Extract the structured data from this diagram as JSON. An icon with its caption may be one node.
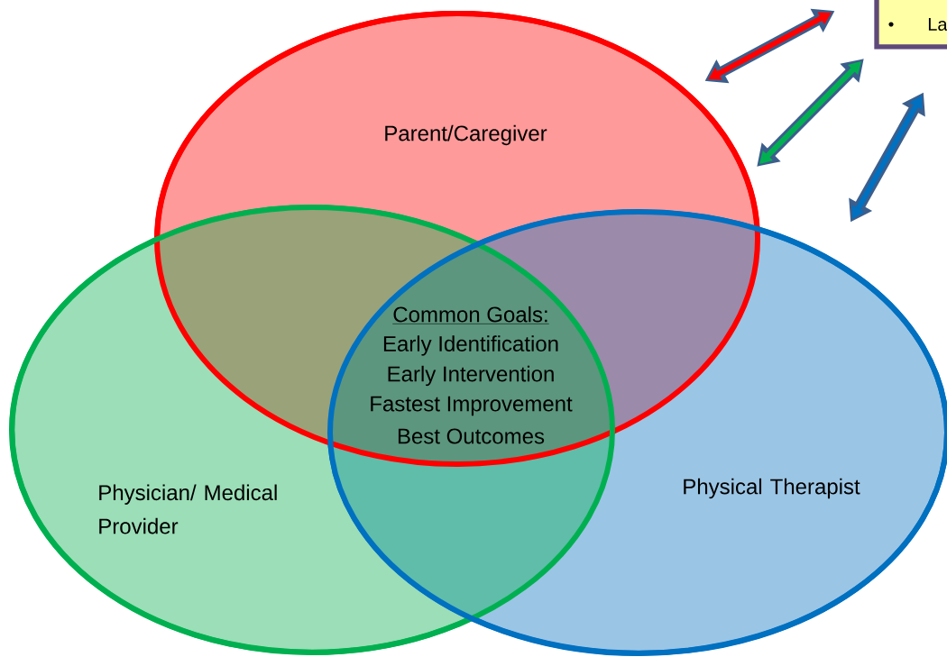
{
  "diagram": {
    "nodes": [
      {
        "text": [
          "Parent/Caregiver"
        ]
      },
      {
        "text": [
          "Physician/ Medical Provider"
        ]
      },
      {
        "text": [
          "Physical Therapist"
        ]
      },
      {
        "text": [
          "La"
        ]
      }
    ],
    "edges": [
      {
        "from": 3,
        "to": 0,
        "arrow": "both",
        "color": "#ff0000"
      },
      {
        "from": 3,
        "to": null,
        "arrow": "both",
        "color": "#00b050"
      },
      {
        "from": 3,
        "to": 2,
        "arrow": "both",
        "color": "#0070c0"
      }
    ],
    "labels": [
      "Common Goals:",
      "Early Identification",
      "Early Intervention",
      "Fastest Improvement",
      "Best Outcomes"
    ]
  }
}
